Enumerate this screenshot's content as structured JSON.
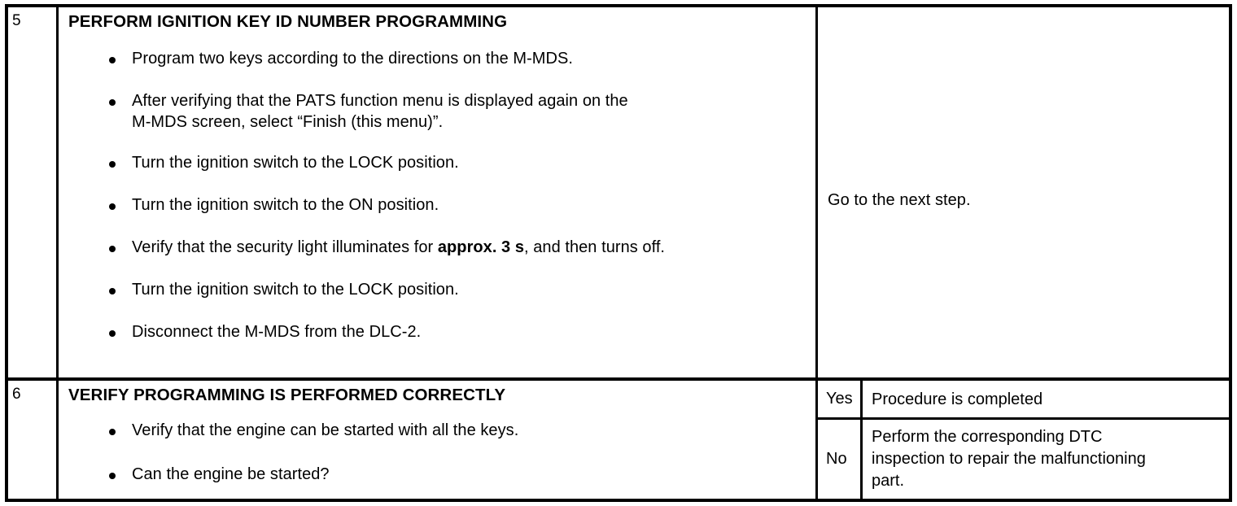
{
  "document": {
    "type": "diagnostic-procedure-table",
    "columns": [
      "step",
      "inspection",
      "action"
    ]
  },
  "steps": [
    {
      "number": "5",
      "title": "PERFORM IGNITION KEY ID NUMBER PROGRAMMING",
      "bullets": [
        {
          "lines": [
            "Program two keys according to the directions on the M-MDS."
          ]
        },
        {
          "lines": [
            "After verifying that the PATS function menu is displayed again on the",
            "M-MDS screen, select “Finish (this menu)”."
          ]
        },
        {
          "lines": [
            "Turn the ignition switch to the LOCK position."
          ]
        },
        {
          "lines": [
            "Turn the ignition switch to the ON position."
          ]
        },
        {
          "lines": [
            "Verify that the security light illuminates for ",
            "approx. 3 s",
            ", and then turns off."
          ],
          "bold_index": 1
        },
        {
          "lines": [
            "Turn the ignition switch to the LOCK position."
          ]
        },
        {
          "lines": [
            "Disconnect the M-MDS from the DLC-2."
          ]
        }
      ],
      "action": {
        "kind": "simple",
        "text": "Go to the next step."
      }
    },
    {
      "number": "6",
      "title": "VERIFY PROGRAMMING IS PERFORMED CORRECTLY",
      "bullets": [
        {
          "lines": [
            "Verify that the engine can be started with all the keys."
          ]
        },
        {
          "lines": [
            "Can the engine be started?"
          ]
        }
      ],
      "action": {
        "kind": "yes-no",
        "yes_label": "Yes",
        "yes_text": [
          "Procedure is completed"
        ],
        "no_label": "No",
        "no_text": [
          "Perform the corresponding DTC",
          "inspection to repair the malfunctioning",
          "part."
        ]
      }
    }
  ],
  "colors": {
    "background": "#ffffff",
    "text": "#000000",
    "border": "#000000"
  }
}
